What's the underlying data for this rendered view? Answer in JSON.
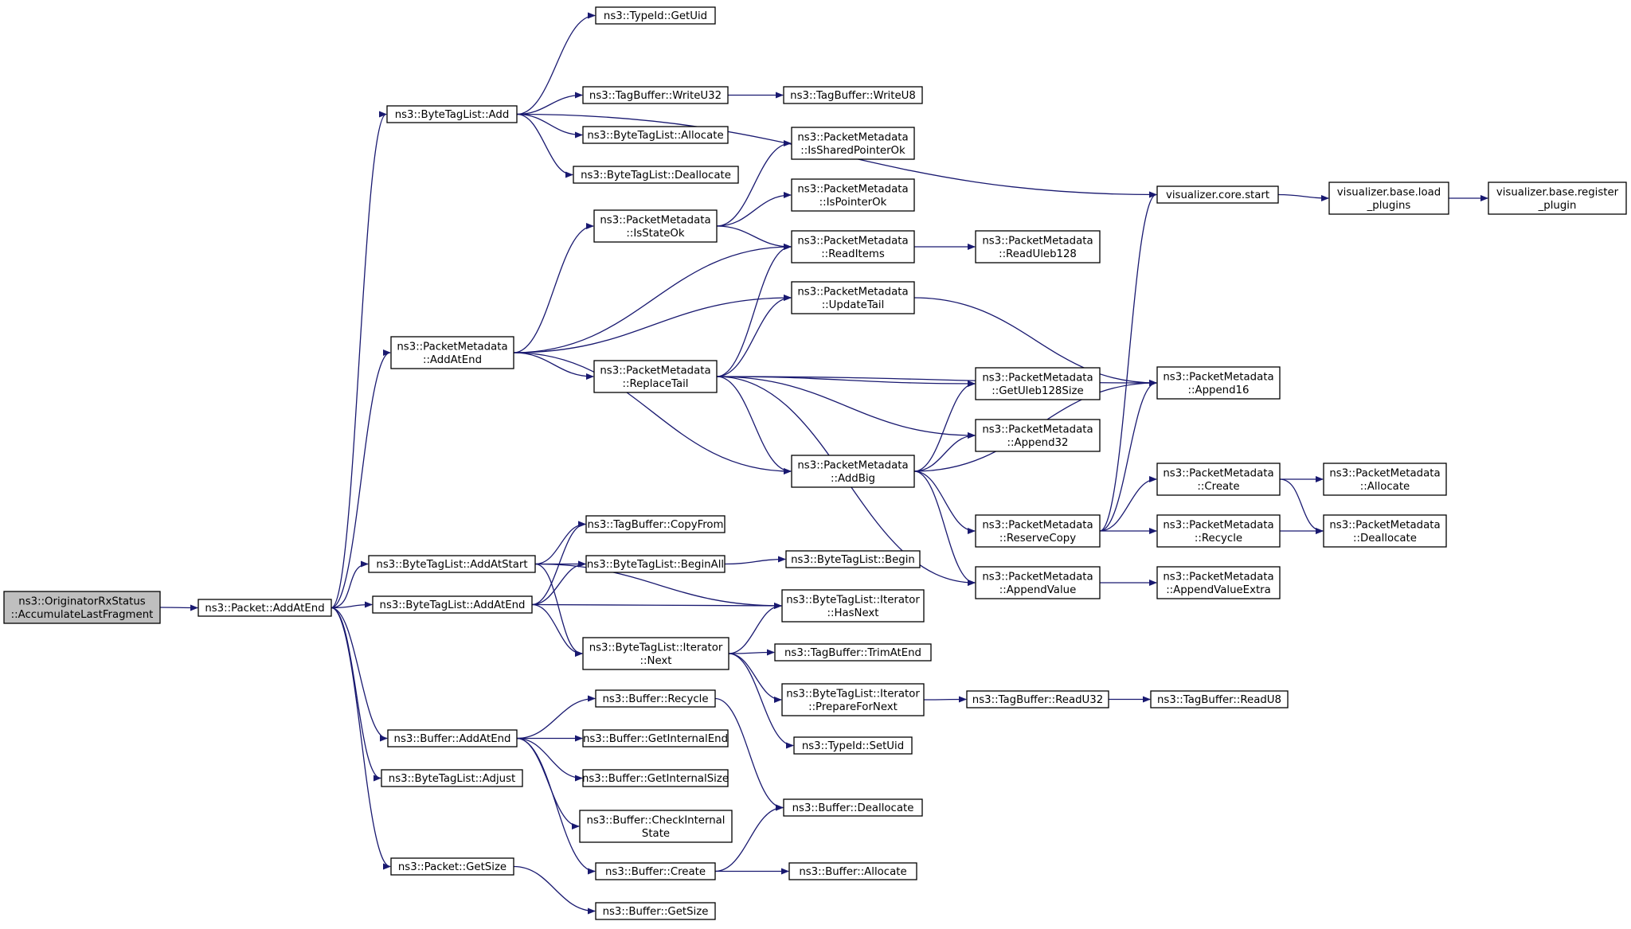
{
  "graph": {
    "edge_color": "#191970",
    "root_fill": "#bfbfbf",
    "nodes": [
      {
        "id": "root",
        "lines": [
          "ns3::OriginatorRxStatus",
          "::AccumulateLastFragment"
        ],
        "root": true
      },
      {
        "id": "pkt_addatend",
        "lines": [
          "ns3::Packet::AddAtEnd"
        ]
      },
      {
        "id": "btl_add",
        "lines": [
          "ns3::ByteTagList::Add"
        ]
      },
      {
        "id": "pm_addatend",
        "lines": [
          "ns3::PacketMetadata",
          "::AddAtEnd"
        ]
      },
      {
        "id": "btl_addatstart",
        "lines": [
          "ns3::ByteTagList::AddAtStart"
        ]
      },
      {
        "id": "btl_addatend",
        "lines": [
          "ns3::ByteTagList::AddAtEnd"
        ]
      },
      {
        "id": "buf_addatend",
        "lines": [
          "ns3::Buffer::AddAtEnd"
        ]
      },
      {
        "id": "btl_adjust",
        "lines": [
          "ns3::ByteTagList::Adjust"
        ]
      },
      {
        "id": "pkt_getsize",
        "lines": [
          "ns3::Packet::GetSize"
        ]
      },
      {
        "id": "typeid_getuid",
        "lines": [
          "ns3::TypeId::GetUid"
        ]
      },
      {
        "id": "tb_writeu32",
        "lines": [
          "ns3::TagBuffer::WriteU32"
        ]
      },
      {
        "id": "btl_allocate",
        "lines": [
          "ns3::ByteTagList::Allocate"
        ]
      },
      {
        "id": "btl_deallocate",
        "lines": [
          "ns3::ByteTagList::Deallocate"
        ]
      },
      {
        "id": "pm_isstateok",
        "lines": [
          "ns3::PacketMetadata",
          "::IsStateOk"
        ]
      },
      {
        "id": "pm_replacetail",
        "lines": [
          "ns3::PacketMetadata",
          "::ReplaceTail"
        ]
      },
      {
        "id": "tb_copyfrom",
        "lines": [
          "ns3::TagBuffer::CopyFrom"
        ]
      },
      {
        "id": "btl_beginall",
        "lines": [
          "ns3::ByteTagList::BeginAll"
        ]
      },
      {
        "id": "btli_next",
        "lines": [
          "ns3::ByteTagList::Iterator",
          "::Next"
        ]
      },
      {
        "id": "buf_recycle",
        "lines": [
          "ns3::Buffer::Recycle"
        ]
      },
      {
        "id": "buf_getinternalend",
        "lines": [
          "ns3::Buffer::GetInternalEnd"
        ]
      },
      {
        "id": "buf_getinternalsize",
        "lines": [
          "ns3::Buffer::GetInternalSize"
        ]
      },
      {
        "id": "buf_checkinternalstate",
        "lines": [
          "ns3::Buffer::CheckInternal",
          "State"
        ]
      },
      {
        "id": "buf_create",
        "lines": [
          "ns3::Buffer::Create"
        ]
      },
      {
        "id": "buf_getsize",
        "lines": [
          "ns3::Buffer::GetSize"
        ]
      },
      {
        "id": "tb_writeu8",
        "lines": [
          "ns3::TagBuffer::WriteU8"
        ]
      },
      {
        "id": "pm_issharedpointerok",
        "lines": [
          "ns3::PacketMetadata",
          "::IsSharedPointerOk"
        ]
      },
      {
        "id": "pm_ispointerok",
        "lines": [
          "ns3::PacketMetadata",
          "::IsPointerOk"
        ]
      },
      {
        "id": "pm_readitems",
        "lines": [
          "ns3::PacketMetadata",
          "::ReadItems"
        ]
      },
      {
        "id": "pm_updatetail",
        "lines": [
          "ns3::PacketMetadata",
          "::UpdateTail"
        ]
      },
      {
        "id": "pm_addbig",
        "lines": [
          "ns3::PacketMetadata",
          "::AddBig"
        ]
      },
      {
        "id": "btl_begin",
        "lines": [
          "ns3::ByteTagList::Begin"
        ]
      },
      {
        "id": "btli_hasnext",
        "lines": [
          "ns3::ByteTagList::Iterator",
          "::HasNext"
        ]
      },
      {
        "id": "tb_trimatend",
        "lines": [
          "ns3::TagBuffer::TrimAtEnd"
        ]
      },
      {
        "id": "btli_prepare",
        "lines": [
          "ns3::ByteTagList::Iterator",
          "::PrepareForNext"
        ]
      },
      {
        "id": "typeid_setuid",
        "lines": [
          "ns3::TypeId::SetUid"
        ]
      },
      {
        "id": "buf_deallocate",
        "lines": [
          "ns3::Buffer::Deallocate"
        ]
      },
      {
        "id": "buf_allocate",
        "lines": [
          "ns3::Buffer::Allocate"
        ]
      },
      {
        "id": "pm_readuleb128",
        "lines": [
          "ns3::PacketMetadata",
          "::ReadUleb128"
        ]
      },
      {
        "id": "pm_getuleb128size",
        "lines": [
          "ns3::PacketMetadata",
          "::GetUleb128Size"
        ]
      },
      {
        "id": "pm_append32",
        "lines": [
          "ns3::PacketMetadata",
          "::Append32"
        ]
      },
      {
        "id": "pm_reservecopy",
        "lines": [
          "ns3::PacketMetadata",
          "::ReserveCopy"
        ]
      },
      {
        "id": "pm_appendvalue",
        "lines": [
          "ns3::PacketMetadata",
          "::AppendValue"
        ]
      },
      {
        "id": "tb_readu32",
        "lines": [
          "ns3::TagBuffer::ReadU32"
        ]
      },
      {
        "id": "vis_core_start",
        "lines": [
          "visualizer.core.start"
        ]
      },
      {
        "id": "pm_append16",
        "lines": [
          "ns3::PacketMetadata",
          "::Append16"
        ]
      },
      {
        "id": "pm_create",
        "lines": [
          "ns3::PacketMetadata",
          "::Create"
        ]
      },
      {
        "id": "pm_recycle",
        "lines": [
          "ns3::PacketMetadata",
          "::Recycle"
        ]
      },
      {
        "id": "pm_appendvalueextra",
        "lines": [
          "ns3::PacketMetadata",
          "::AppendValueExtra"
        ]
      },
      {
        "id": "tb_readu8",
        "lines": [
          "ns3::TagBuffer::ReadU8"
        ]
      },
      {
        "id": "vis_base_load",
        "lines": [
          "visualizer.base.load",
          "_plugins"
        ]
      },
      {
        "id": "pm_allocate",
        "lines": [
          "ns3::PacketMetadata",
          "::Allocate"
        ]
      },
      {
        "id": "pm_deallocate",
        "lines": [
          "ns3::PacketMetadata",
          "::Deallocate"
        ]
      },
      {
        "id": "vis_base_register",
        "lines": [
          "visualizer.base.register",
          "_plugin"
        ]
      }
    ],
    "edges": [
      [
        "root",
        "pkt_addatend"
      ],
      [
        "pkt_addatend",
        "btl_add"
      ],
      [
        "pkt_addatend",
        "pm_addatend"
      ],
      [
        "pkt_addatend",
        "btl_addatstart"
      ],
      [
        "pkt_addatend",
        "btl_addatend"
      ],
      [
        "pkt_addatend",
        "buf_addatend"
      ],
      [
        "pkt_addatend",
        "btl_adjust"
      ],
      [
        "pkt_addatend",
        "pkt_getsize"
      ],
      [
        "btl_add",
        "typeid_getuid"
      ],
      [
        "btl_add",
        "vis_core_start"
      ],
      [
        "btl_add",
        "tb_writeu32"
      ],
      [
        "btl_add",
        "btl_allocate"
      ],
      [
        "btl_add",
        "btl_deallocate"
      ],
      [
        "tb_writeu32",
        "tb_writeu8"
      ],
      [
        "pm_addatend",
        "pm_isstateok"
      ],
      [
        "pm_addatend",
        "pm_readitems"
      ],
      [
        "pm_addatend",
        "pm_updatetail"
      ],
      [
        "pm_addatend",
        "pm_replacetail"
      ],
      [
        "pm_addatend",
        "pm_addbig"
      ],
      [
        "pm_isstateok",
        "pm_issharedpointerok"
      ],
      [
        "pm_isstateok",
        "pm_ispointerok"
      ],
      [
        "pm_isstateok",
        "pm_readitems"
      ],
      [
        "pm_readitems",
        "pm_readuleb128"
      ],
      [
        "pm_replacetail",
        "pm_readitems"
      ],
      [
        "pm_replacetail",
        "pm_updatetail"
      ],
      [
        "pm_replacetail",
        "pm_append16"
      ],
      [
        "pm_replacetail",
        "pm_getuleb128size"
      ],
      [
        "pm_replacetail",
        "pm_append32"
      ],
      [
        "pm_replacetail",
        "pm_addbig"
      ],
      [
        "pm_replacetail",
        "pm_appendvalue"
      ],
      [
        "pm_updatetail",
        "pm_append16"
      ],
      [
        "pm_addbig",
        "pm_getuleb128size"
      ],
      [
        "pm_addbig",
        "pm_append32"
      ],
      [
        "pm_addbig",
        "pm_append16"
      ],
      [
        "pm_addbig",
        "pm_reservecopy"
      ],
      [
        "pm_addbig",
        "pm_appendvalue"
      ],
      [
        "pm_reservecopy",
        "vis_core_start"
      ],
      [
        "pm_reservecopy",
        "pm_append16"
      ],
      [
        "pm_reservecopy",
        "pm_create"
      ],
      [
        "pm_reservecopy",
        "pm_recycle"
      ],
      [
        "pm_create",
        "pm_allocate"
      ],
      [
        "pm_create",
        "pm_deallocate"
      ],
      [
        "pm_recycle",
        "pm_deallocate"
      ],
      [
        "pm_appendvalue",
        "pm_appendvalueextra"
      ],
      [
        "vis_core_start",
        "vis_base_load"
      ],
      [
        "vis_base_load",
        "vis_base_register"
      ],
      [
        "btl_addatstart",
        "tb_copyfrom"
      ],
      [
        "btl_addatstart",
        "btl_beginall"
      ],
      [
        "btl_addatstart",
        "btli_hasnext"
      ],
      [
        "btl_addatstart",
        "btli_next"
      ],
      [
        "btl_addatend",
        "tb_copyfrom"
      ],
      [
        "btl_addatend",
        "btl_beginall"
      ],
      [
        "btl_addatend",
        "btli_hasnext"
      ],
      [
        "btl_addatend",
        "btli_next"
      ],
      [
        "btl_beginall",
        "btl_begin"
      ],
      [
        "btli_next",
        "btli_hasnext"
      ],
      [
        "btli_next",
        "tb_trimatend"
      ],
      [
        "btli_next",
        "btli_prepare"
      ],
      [
        "btli_next",
        "typeid_setuid"
      ],
      [
        "btli_prepare",
        "tb_readu32"
      ],
      [
        "tb_readu32",
        "tb_readu8"
      ],
      [
        "buf_addatend",
        "buf_recycle"
      ],
      [
        "buf_addatend",
        "buf_getinternalend"
      ],
      [
        "buf_addatend",
        "buf_getinternalsize"
      ],
      [
        "buf_addatend",
        "buf_checkinternalstate"
      ],
      [
        "buf_addatend",
        "buf_create"
      ],
      [
        "buf_recycle",
        "buf_deallocate"
      ],
      [
        "buf_create",
        "buf_deallocate"
      ],
      [
        "buf_create",
        "buf_allocate"
      ],
      [
        "pkt_getsize",
        "buf_getsize"
      ]
    ]
  }
}
